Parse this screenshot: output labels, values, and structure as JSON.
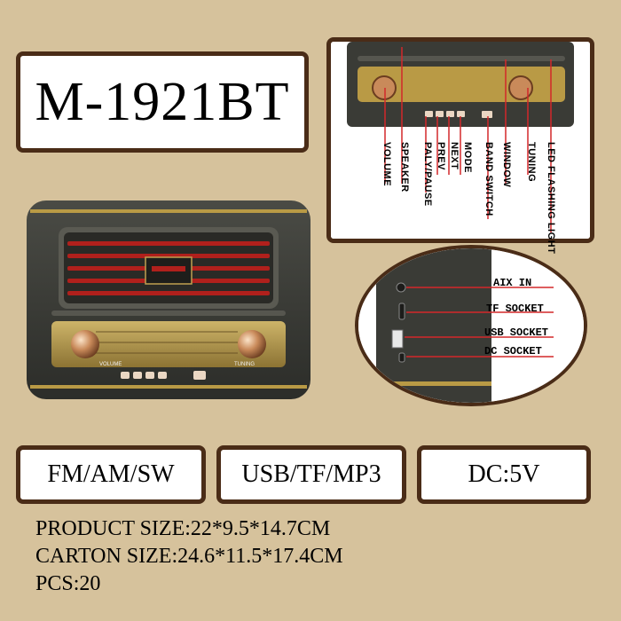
{
  "title": "M-1921BT",
  "specs": [
    "FM/AM/SW",
    "USB/TF/MP3",
    "DC:5V"
  ],
  "info": {
    "product_size": "PRODUCT SIZE:22*9.5*14.7CM",
    "carton_size": "CARTON SIZE:24.6*11.5*17.4CM",
    "pcs": "PCS:20"
  },
  "radio": {
    "volume_label": "VOLUME",
    "tuning_label": "TUNING"
  },
  "control_labels": [
    "VOLUME",
    "SPEAKER",
    "PALY/PAUSE",
    "PREV",
    "NEXT",
    "MODE",
    "BAND SWITCH",
    "WINDOW",
    "TUNING",
    "LED FLASHING LIGHT"
  ],
  "port_labels": [
    "AIX IN",
    "TF SOCKET",
    "USB SOCKET",
    "DC SOCKET"
  ],
  "colors": {
    "background": "#d6c29c",
    "frame": "#4a2c17",
    "radio_body": "#3a3b36",
    "gold": "#b99a45",
    "grille_red": "#b0201c",
    "callout_red": "#d3282a"
  }
}
